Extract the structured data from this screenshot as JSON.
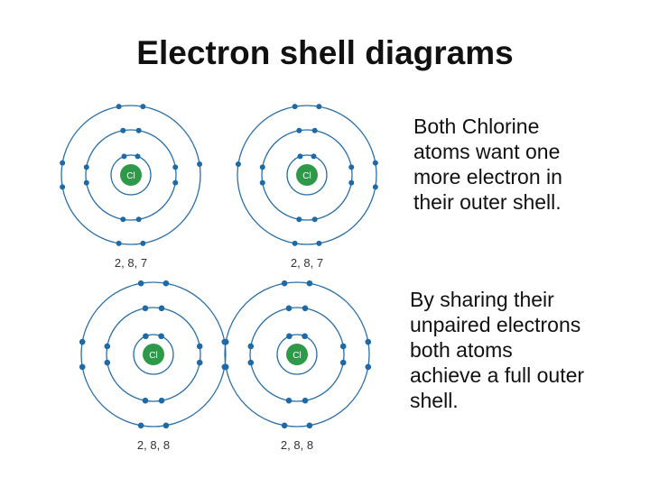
{
  "title": "Electron shell diagrams",
  "colors": {
    "shell": "#2a6fa8",
    "electron": "#1d6aa7",
    "nucleus": "#2e9a49",
    "nucleus_text": "#ffffff",
    "label": "#333333"
  },
  "text_blocks": {
    "top": "Both Chlorine\natoms want one\nmore electron in\ntheir outer shell.",
    "bottom": "By sharing their\nunpaired electrons\nboth atoms\nachieve a full outer\nshell."
  },
  "atoms": {
    "separate": [
      {
        "symbol": "Cl",
        "configuration": "2, 8, 7"
      },
      {
        "symbol": "Cl",
        "configuration": "2, 8, 7"
      }
    ],
    "bonded": [
      {
        "symbol": "Cl",
        "configuration": "2, 8, 8"
      },
      {
        "symbol": "Cl",
        "configuration": "2, 8, 8"
      }
    ]
  }
}
